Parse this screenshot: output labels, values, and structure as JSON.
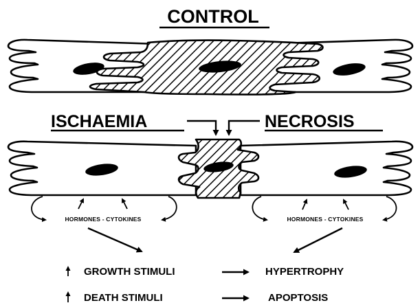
{
  "diagram": {
    "title": "CONTROL",
    "left_label": "ISCHAEMIA",
    "right_label": "NECROSIS",
    "left_hormones": "HORMONES - CYTOKINES",
    "right_hormones": "HORMONES - CYTOKINES",
    "growth_label": "GROWTH STIMULI",
    "hypertrophy_label": "HYPERTROPHY",
    "death_label": "DEATH STIMULI",
    "apoptosis_label": "APOPTOSIS"
  }
}
